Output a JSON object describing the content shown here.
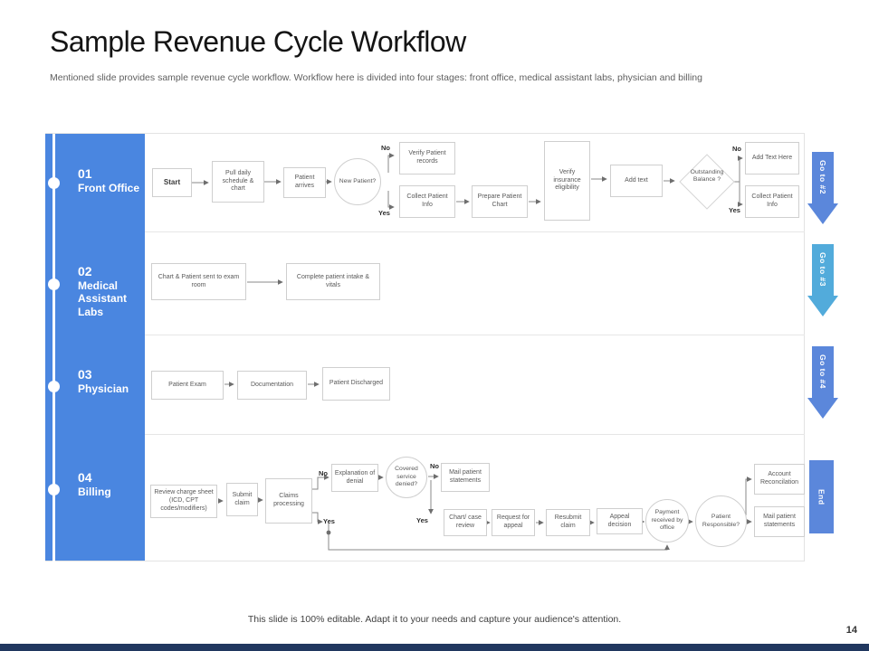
{
  "title": "Sample Revenue Cycle Workflow",
  "subtitle": "Mentioned slide provides sample revenue cycle workflow. Workflow here is divided into four stages: front office, medical assistant labs, physician and billing",
  "footer": "This slide is 100% editable. Adapt it to your needs and capture your audience's attention.",
  "page_number": "14",
  "colors": {
    "stage_panel": "#4a86e0",
    "goto_arrow": "#5b87db",
    "goto_arrow_alt": "#52abdb",
    "footer_bar": "#20375f"
  },
  "stages": [
    {
      "number": "01",
      "name": "Front Office"
    },
    {
      "number": "02",
      "name": "Medical Assistant Labs"
    },
    {
      "number": "03",
      "name": "Physician"
    },
    {
      "number": "04",
      "name": "Billing"
    }
  ],
  "side_arrows": [
    {
      "label": "Go to #2"
    },
    {
      "label": "Go to #3"
    },
    {
      "label": "Go to #4"
    },
    {
      "label": "End"
    }
  ],
  "labels": {
    "yes": "Yes",
    "no": "No"
  },
  "nodes": {
    "start": "Start",
    "pull_daily": "Pull daily schedule & chart",
    "patient_arrives": "Patient arrives",
    "new_patient": "New Patient?",
    "verify_records": "Verify Patient records",
    "collect_info": "Collect Patient Info",
    "prepare_chart": "Prepare Patient Chart",
    "verify_insurance": "Verify insurance eligibility",
    "add_text": "Add text",
    "outstanding_balance": "Outstanding Balance ?",
    "add_text_here": "Add Text Here",
    "collect_info2": "Collect Patient Info",
    "chart_patient_sent": "Chart & Patient sent to exam room",
    "complete_intake": "Complete patient intake & vitals",
    "patient_exam": "Patient Exam",
    "documentation": "Documentation",
    "patient_discharged": "Patient Discharged",
    "review_charge": "Review charge sheet (ICD, CPT codes/modifiers)",
    "submit_claim": "Submit claim",
    "claims_processing": "Claims processing",
    "explanation_denial": "Explanation of denial",
    "covered_service": "Covered service denied?",
    "mail_statements1": "Mail patient statements",
    "chart_case_review": "Chart/ case review",
    "request_appeal": "Request for appeal",
    "resubmit_claim": "Resubmit claim",
    "appeal_decision": "Appeal decision",
    "payment_received": "Payment received by office",
    "patient_responsible": "Patient Responsible?",
    "account_reconciliation": "Account Reconcilation",
    "mail_statements2": "Mail patient statements"
  }
}
